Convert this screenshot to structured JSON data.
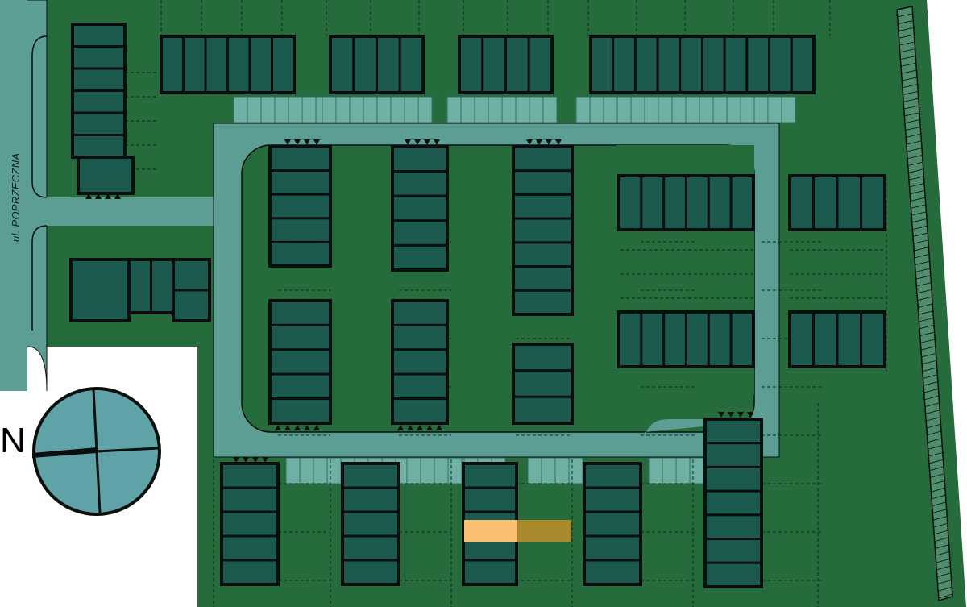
{
  "map": {
    "street_label": "ul. POPRZECZNA",
    "compass_label": "N",
    "highlighted_unit": {
      "status": "selected"
    }
  },
  "colors": {
    "grass": "#256b3c",
    "road": "#5c9e93",
    "unit": "#1c5a50",
    "outline": "#0a0f0d",
    "highlight": "#fbbf72",
    "highlight_garden": "#a88a2c",
    "compass": "#5fa3a8"
  }
}
